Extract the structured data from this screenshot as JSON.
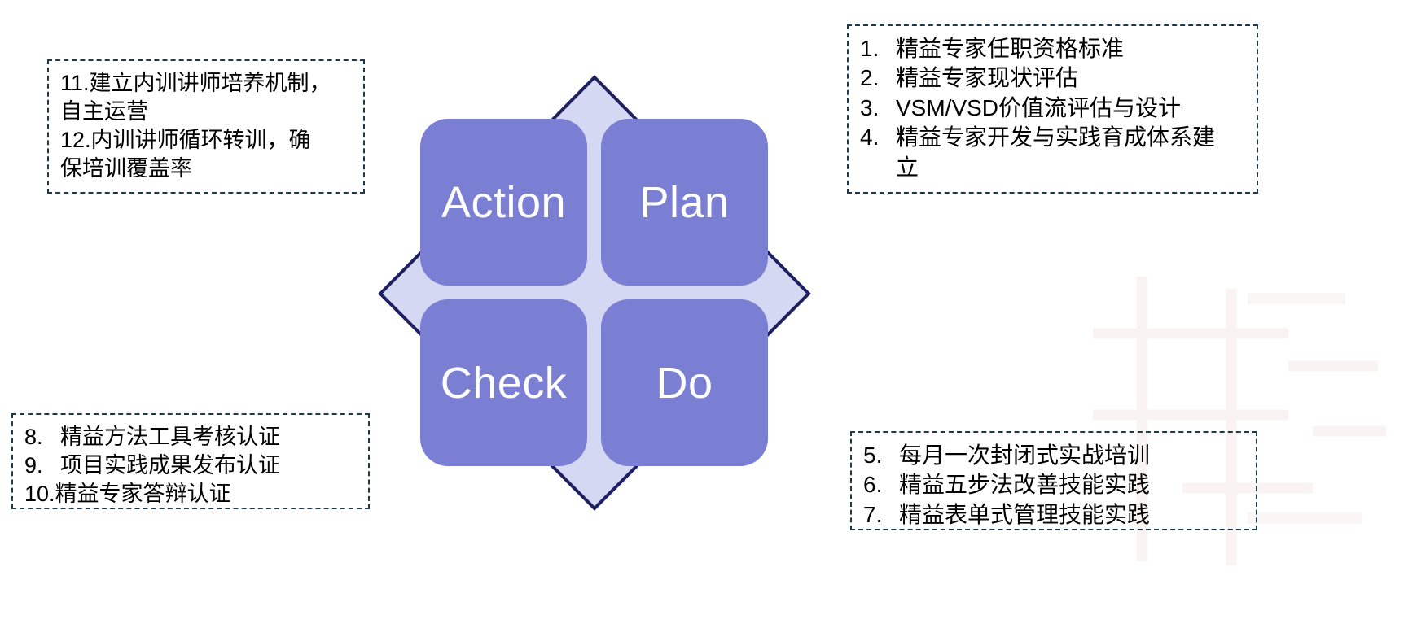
{
  "diagram": {
    "type": "pdca-cycle",
    "colors": {
      "quadrant_fill": "#7b7fd4",
      "quadrant_text": "#ffffff",
      "diamond_fill": "#d5d8f2",
      "diamond_stroke": "#1f2060",
      "callout_border": "#1b3a4b",
      "callout_text": "#000000",
      "background": "#ffffff"
    },
    "quadrants": [
      {
        "key": "action",
        "label": "Action"
      },
      {
        "key": "plan",
        "label": "Plan"
      },
      {
        "key": "check",
        "label": "Check"
      },
      {
        "key": "do",
        "label": "Do"
      }
    ]
  },
  "callouts": {
    "top_left": {
      "position": "top-left",
      "related_quadrant": "Action",
      "lines": [
        {
          "num": "11.",
          "text": "建立内训讲师培养机制，"
        },
        {
          "num": "",
          "text": "自主运营"
        },
        {
          "num": "12.",
          "text": "内训讲师循环转训，确"
        },
        {
          "num": "",
          "text": "保培训覆盖率"
        }
      ]
    },
    "top_right": {
      "position": "top-right",
      "related_quadrant": "Plan",
      "lines": [
        {
          "num": "1.",
          "text": "精益专家任职资格标准"
        },
        {
          "num": "2.",
          "text": "精益专家现状评估"
        },
        {
          "num": "3.",
          "text": "VSM/VSD价值流评估与设计"
        },
        {
          "num": "4.",
          "text": "精益专家开发与实践育成体系建"
        },
        {
          "num": "",
          "text": "立"
        }
      ]
    },
    "bottom_left": {
      "position": "bottom-left",
      "related_quadrant": "Check",
      "lines": [
        {
          "num": "8.",
          "text": "精益方法工具考核认证"
        },
        {
          "num": "9.",
          "text": "项目实践成果发布认证"
        },
        {
          "num": "10.",
          "text": "精益专家答辩认证"
        }
      ]
    },
    "bottom_right": {
      "position": "bottom-right",
      "related_quadrant": "Do",
      "lines": [
        {
          "num": "5.",
          "text": "每月一次封闭式实战培训"
        },
        {
          "num": "6.",
          "text": "精益五步法改善技能实践"
        },
        {
          "num": "7.",
          "text": "精益表单式管理技能实践"
        }
      ]
    }
  }
}
